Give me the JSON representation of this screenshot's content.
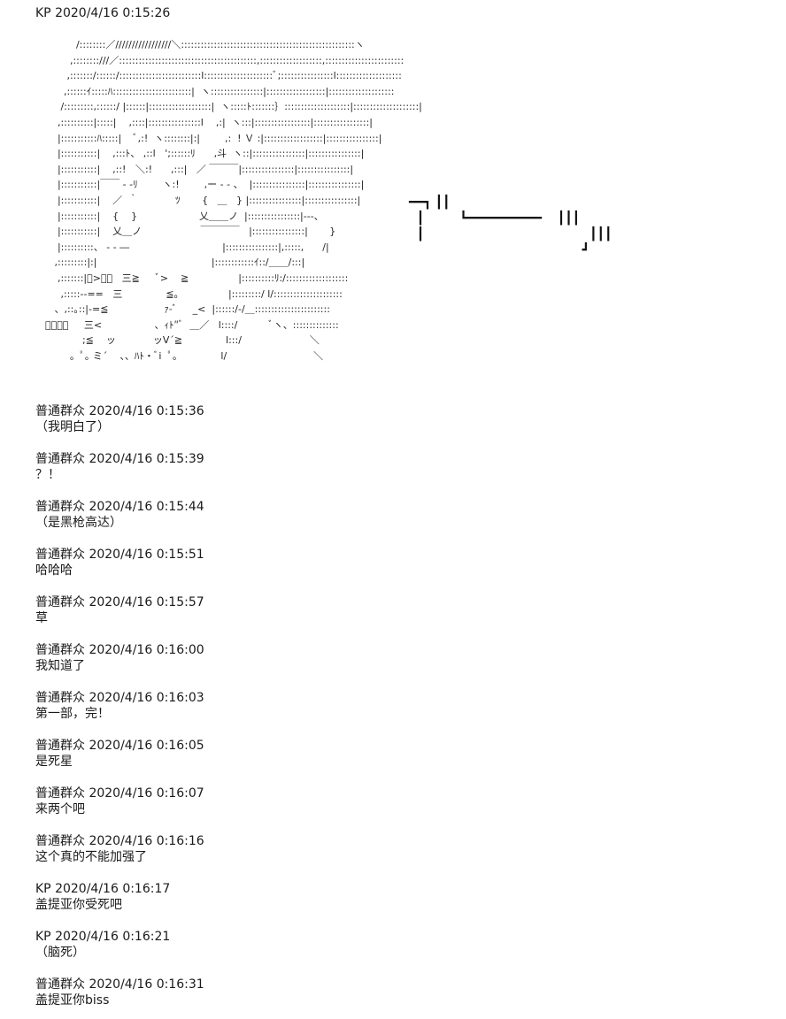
{
  "first_message": {
    "author": "KP",
    "timestamp": "2020/4/16 0:15:26"
  },
  "ascii_art": {
    "main": "            /::::::::／/////////////////＼:::::::::::::::::::::::::::::::::::::::::::::::::::::ヽ\n          ,::::::::///／::::::::::::::::::::::::::::::::::::::::::,:::::::::::::::::::,::::::::::::::::::::::::\n         ,:::::::/::::::/:::::::::::::::::::::::::l:::::::::::::::::::::ﾞ;::::::::::::::::l::::::::::::::::::::\n        ,::::::ｲ:::::ﾊ::::::::::::::::::::::::|  ヽ::::::::::::::::|::::::::::::::::::|::::::::::::::::::::\n       /:::::::::,::::::/ |::::::|:::::::::::::::::::|  ヽ:::::ﾄ:::::::｝::::::::::::::::::::|::::::::::::::::::::|\n      ,::::::::::|:::::|    ,::::|::::::::::::::::l    ,:|  ヽ:::|:::::::::::::::::|:::::::::::::::::|\n      |:::::::::::ﾊ:::::|    ﾞ,:!  ヽ::::::::|:|        ,:  ! Ｖ :|::::::::::::::::::|::::::::::::::::|\n      |:::::::::::|    ,:::ﾄ、 ,::l   ';::::::ﾘ      ,斗  ヽ::|::::::::::::::::|::::::::::::::::|\n      |:::::::::::|    ,::!   ＼:!      ,:::|   ／ ￣￣￣|::::::::::::::::|::::::::::::::::|\n      |:::::::::::|￣￣ ‐ ‐ﾘ        ヽ:!        ,ー ‐ ‐ 、  |::::::::::::::::|::::::::::::::::|\n      |:::::::::::|    ／  ｀            ﾂ       {   ＿   } |::::::::::::::::|::::::::::::::::|\n      |:::::::::::|    {    }                    乂＿＿ノ  |::::::::::::::::|‐‐‐、\n      |:::::::::::|    乂＿ノ                   ￣￣￣￣   |::::::::::::::::|       }\n      |::::::::::、 ‐ ‐ ―                              |::::::::::::::::|,:::::,      /|\n     ,:::::::::|:|                                     |::::::::::::ｲ::/＿＿/:::|\n      ,:::::::|ﾟ>｡ﾟ   三≧     ﾞ>    ≧                |::::::::::ﾘ:/:::::::::::::::::::\n       ,:::::--==   三              ≦｡                |:::::::::/ l/:::::::::::::::::::::\n     、,::｡::|-=≦                  ｧ-ﾞ     _<  |::::::/-/＿:::::::::::::::::::::::\n  ﾟ・ﾟ｡     三<                 、ｨﾄ″ﾞ  ＿／   l::::/          ﾞヽ、::::::::::::::\n              ;≦    ッ            ッV´≧              l:::/                      ＼\n          ｡  ﾟ｡ ミ´    、、ﾊﾄ•ﾞi  ﾟ｡              l/                            ＼",
    "side": "━━┓ ┃┃\n  ┃         ┗━━━━━━━━━━    ┃┃┃\n  ┃                                          ┃┃┃\n                                            ┛"
  },
  "messages": [
    {
      "author": "普通群众",
      "timestamp": "2020/4/16 0:15:36",
      "text": "（我明白了）"
    },
    {
      "author": "普通群众",
      "timestamp": "2020/4/16 0:15:39",
      "text": "？！"
    },
    {
      "author": "普通群众",
      "timestamp": "2020/4/16 0:15:44",
      "text": "（是黑枪高达）"
    },
    {
      "author": "普通群众",
      "timestamp": "2020/4/16 0:15:51",
      "text": "哈哈哈"
    },
    {
      "author": "普通群众",
      "timestamp": "2020/4/16 0:15:57",
      "text": "草"
    },
    {
      "author": "普通群众",
      "timestamp": "2020/4/16 0:16:00",
      "text": "我知道了"
    },
    {
      "author": "普通群众",
      "timestamp": "2020/4/16 0:16:03",
      "text": "第一部，完！"
    },
    {
      "author": "普通群众",
      "timestamp": "2020/4/16 0:16:05",
      "text": "是死星"
    },
    {
      "author": "普通群众",
      "timestamp": "2020/4/16 0:16:07",
      "text": "来两个吧"
    },
    {
      "author": "普通群众",
      "timestamp": "2020/4/16 0:16:16",
      "text": "这个真的不能加强了"
    },
    {
      "author": "KP",
      "timestamp": "2020/4/16 0:16:17",
      "text": "盖提亚你受死吧"
    },
    {
      "author": "KP",
      "timestamp": "2020/4/16 0:16:21",
      "text": "（脑死）"
    },
    {
      "author": "普通群众",
      "timestamp": "2020/4/16 0:16:31",
      "text": "盖提亚你biss"
    }
  ]
}
